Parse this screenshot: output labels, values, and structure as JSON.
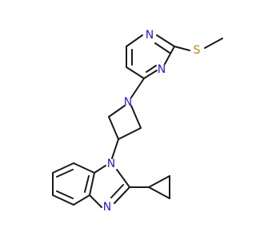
{
  "colors": {
    "bond": "#1a1a1a",
    "nitrogen": "#1f1fcc",
    "sulfur": "#b8860b"
  },
  "atom_labels": {
    "n_pyr_top": "N",
    "n_pyr_mid": "N",
    "s_thio": "S",
    "n_azetidine": "N",
    "n_bzim_1": "N",
    "n_bzim_3": "N"
  }
}
